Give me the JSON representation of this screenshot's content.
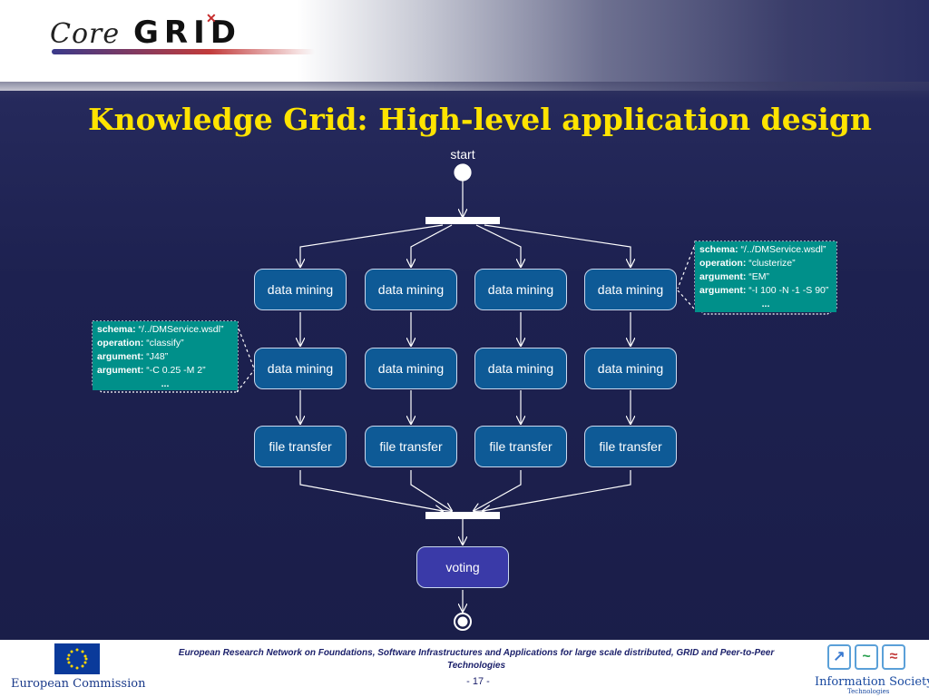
{
  "header": {
    "logo_core": "Core",
    "logo_grid": "GRID",
    "title": "Knowledge Grid: High-level application design"
  },
  "diagram": {
    "start_label": "start",
    "row1": [
      "data mining",
      "data mining",
      "data mining",
      "data mining"
    ],
    "row2": [
      "data mining",
      "data mining",
      "data mining",
      "data mining"
    ],
    "row3": [
      "file transfer",
      "file transfer",
      "file transfer",
      "file transfer"
    ],
    "final": "voting"
  },
  "note_right": {
    "schema_label": "schema:",
    "schema_value": "“/../DMService.wsdl”",
    "operation_label": "operation:",
    "operation_value": "“clusterize”",
    "argument1_label": "argument:",
    "argument1_value": "“EM”",
    "argument2_label": "argument:",
    "argument2_value": "“-I 100 -N -1 -S 90”",
    "ellipsis": "..."
  },
  "note_left": {
    "schema_label": "schema:",
    "schema_value": "“/../DMService.wsdl”",
    "operation_label": "operation:",
    "operation_value": "“classify”",
    "argument1_label": "argument:",
    "argument1_value": "“J48”",
    "argument2_label": "argument:",
    "argument2_value": "“-C 0.25 -M 2”",
    "ellipsis": "..."
  },
  "footer": {
    "text": "European Research Network on Foundations, Software Infrastructures and Applications for large scale distributed, GRID and Peer-to-Peer Technologies",
    "page": "- 17 -",
    "eu_label": "European Commission",
    "is_label": "Information Society",
    "is_sublabel": "Technologies"
  }
}
